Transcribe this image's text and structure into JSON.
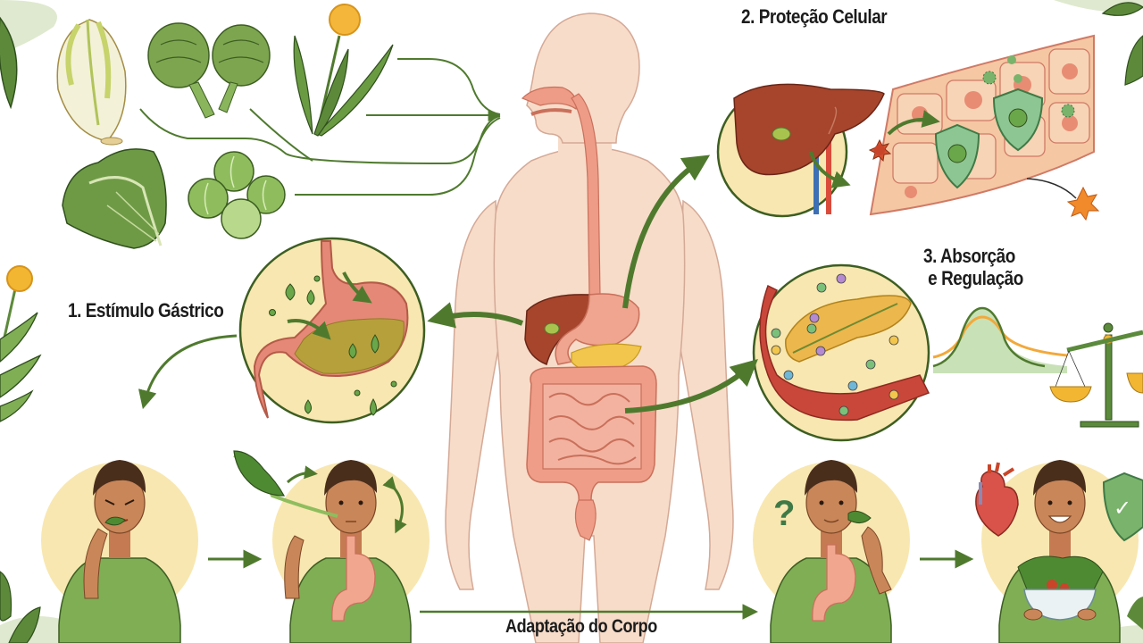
{
  "diagram": {
    "type": "illustrated-infographic",
    "colors": {
      "arrow_green": "#4f7a2e",
      "leaf_green": "#5c8a3a",
      "circle_fill": "#f8e7b0",
      "skin": "#f7dcc9",
      "organ_red": "#b5553a",
      "intestine": "#e9998a",
      "shirt_green": "#7fae55",
      "text": "#1c1c1c"
    },
    "steps": [
      {
        "id": "step1",
        "label": "1. Estímulo Gástrico"
      },
      {
        "id": "step2",
        "label": "2. Proteção Celular"
      },
      {
        "id": "step3",
        "label_line1": "3. Absorção",
        "label_line2": "e Regulação"
      }
    ],
    "timeline": {
      "label": "Adaptação do Corpo"
    },
    "vegetables": [
      {
        "name": "endive-icon"
      },
      {
        "name": "artichoke-icon"
      },
      {
        "name": "dandelion-icon"
      },
      {
        "name": "lettuce-icon"
      },
      {
        "name": "brussels-sprouts-icon"
      }
    ],
    "people_panels": [
      {
        "state": "grimacing-eating-bitter-leaf"
      },
      {
        "state": "chewing-leaf-with-stomach"
      },
      {
        "state": "curious-tasting-question-mark"
      },
      {
        "state": "happy-with-salad-heart-shield"
      }
    ],
    "symbols": {
      "question_mark": "?",
      "check": "✓"
    }
  }
}
